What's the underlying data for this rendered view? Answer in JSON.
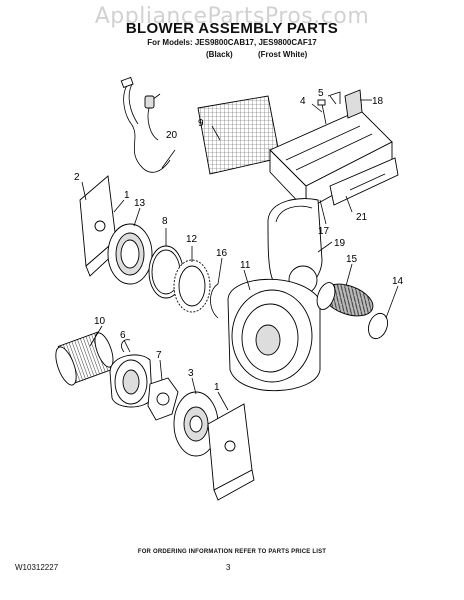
{
  "watermark": "AppliancePartsPros.com",
  "header": {
    "title": "BLOWER ASSEMBLY PARTS",
    "models": "For Models: JES9800CAB17, JES9800CAF17",
    "variant_black": "(Black)",
    "variant_white": "(Frost White)"
  },
  "parts": {
    "p1a": "1",
    "p1b": "1",
    "p2": "2",
    "p3": "3",
    "p4": "4",
    "p5": "5",
    "p6": "6",
    "p7": "7",
    "p8": "8",
    "p9": "9",
    "p10": "10",
    "p11": "11",
    "p12": "12",
    "p13": "13",
    "p14": "14",
    "p15": "15",
    "p16": "16",
    "p17": "17",
    "p18": "18",
    "p19": "19",
    "p20": "20",
    "p21": "21"
  },
  "footer": {
    "note": "FOR ORDERING INFORMATION REFER TO PARTS PRICE LIST",
    "doc_id": "W10312227",
    "page": "3"
  }
}
